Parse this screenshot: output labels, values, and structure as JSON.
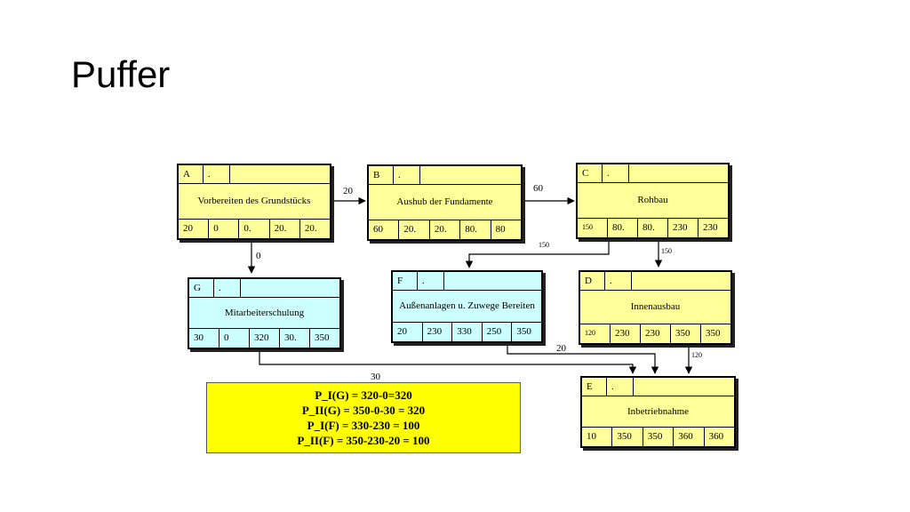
{
  "slide": {
    "title": "Puffer"
  },
  "colors": {
    "node_yellow": "#ffff99",
    "node_cyan": "#ccffff",
    "note_yellow": "#ffff00",
    "line": "#000000"
  },
  "nodes": {
    "A": {
      "id": "A",
      "mark": ".",
      "name": "Vorbereiten des Grundstücks",
      "values": [
        "20",
        "0",
        "0.",
        "20.",
        "20."
      ]
    },
    "B": {
      "id": "B",
      "mark": ".",
      "name": "Aushub der Fundamente",
      "values": [
        "60",
        "20.",
        "20.",
        "80.",
        "80"
      ]
    },
    "C": {
      "id": "C",
      "mark": ".",
      "name": "Rohbau",
      "values": [
        "150",
        "80.",
        "80.",
        "230",
        "230"
      ]
    },
    "G": {
      "id": "G",
      "mark": ".",
      "name": "Mitarbeiterschulung",
      "values": [
        "30",
        "0",
        "320",
        "30.",
        "350"
      ]
    },
    "F": {
      "id": "F",
      "mark": ".",
      "name": "Außenanlagen u. Zuwege Bereiten",
      "values": [
        "20",
        "230",
        "330",
        "250",
        "350"
      ]
    },
    "D": {
      "id": "D",
      "mark": ".",
      "name": "Innenausbau",
      "values": [
        "120",
        "230",
        "230",
        "350",
        "350"
      ]
    },
    "E": {
      "id": "E",
      "mark": ".",
      "name": "Inbetriebnahme",
      "values": [
        "10",
        "350",
        "350",
        "360",
        "360"
      ]
    }
  },
  "edges": {
    "ab": "20",
    "bc": "60",
    "ag": "0",
    "cf": "150",
    "cd": "150",
    "fe": "20",
    "ge": "30",
    "de": "120"
  },
  "note": {
    "lines": [
      "P_I(G) = 320-0=320",
      "P_II(G) = 350-0-30 = 320",
      "P_I(F) = 330-230 = 100",
      "P_II(F) = 350-230-20 = 100"
    ]
  }
}
